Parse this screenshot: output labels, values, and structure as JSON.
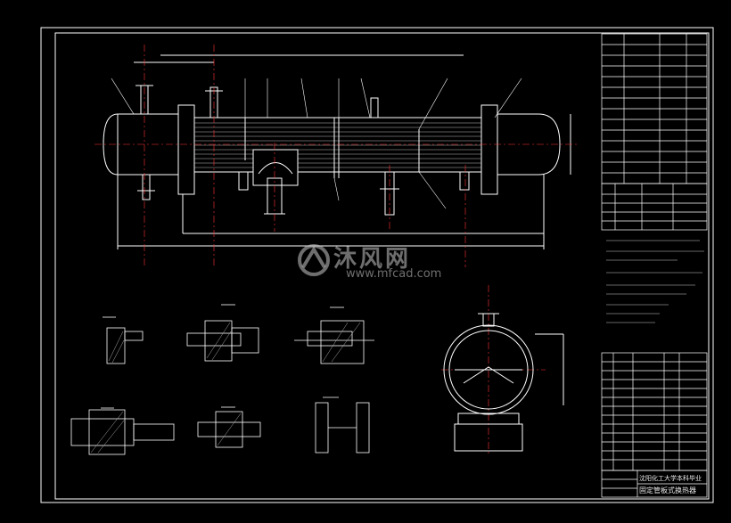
{
  "title_block": {
    "company": "沈阳化工大学本科毕业",
    "drawing_name": "固定管板式换热器"
  },
  "watermark": {
    "brand": "沐风网",
    "url": "www.mfcad.com"
  },
  "colors": {
    "background": "#000000",
    "line": "#ffffff",
    "center_line": "#ff3333",
    "accent": "#cccccc"
  }
}
